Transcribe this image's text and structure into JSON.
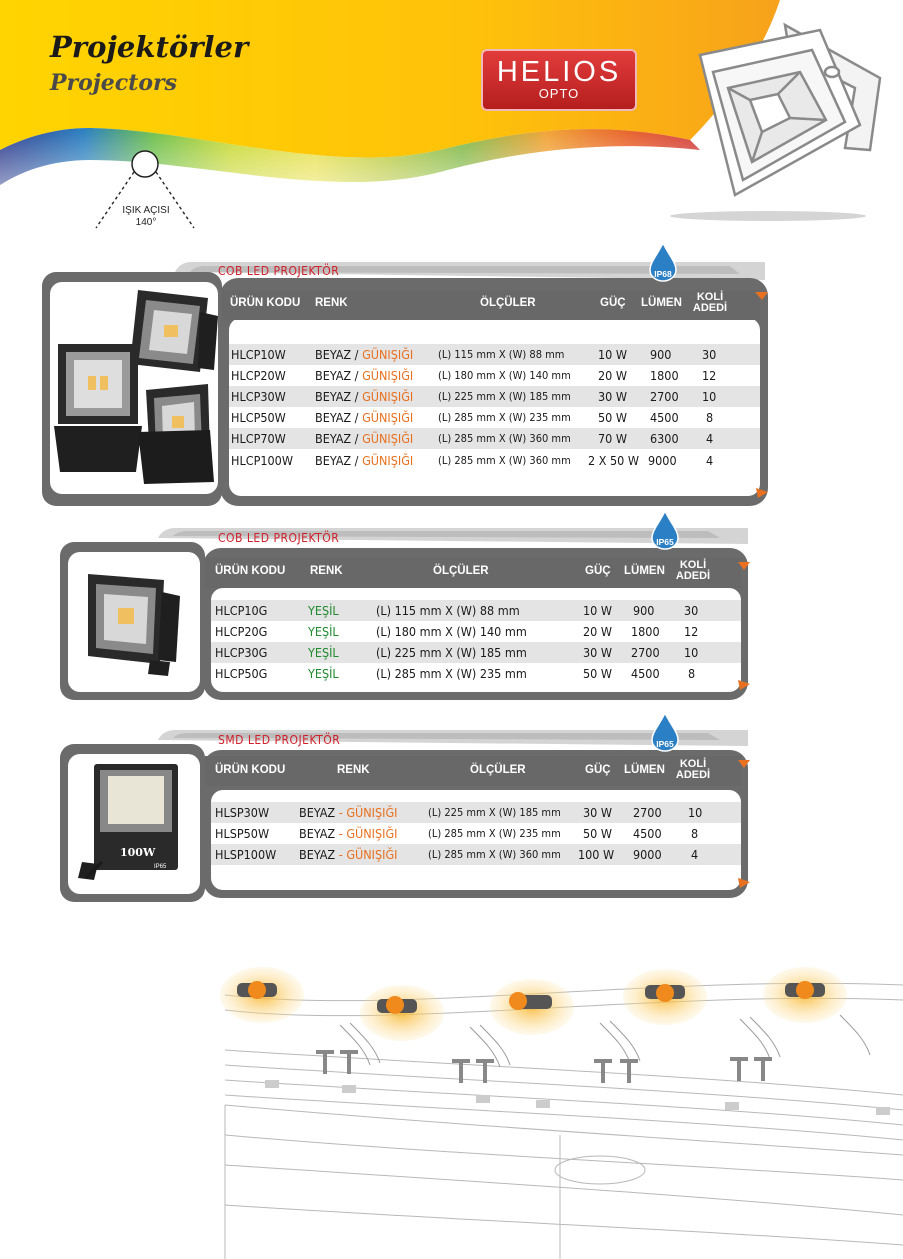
{
  "header": {
    "title_tr": "Projektörler",
    "title_en": "Projectors",
    "logo_brand": "HELIOS",
    "logo_sub": "OPTO",
    "beam_label_line1": "IŞIK AÇISI",
    "beam_label_line2": "140°"
  },
  "sections": [
    {
      "title": "COB LED PROJEKTÖR",
      "ip": "IP68",
      "headers": {
        "code": "ÜRÜN KODU",
        "color": "RENK",
        "dims": "ÖLÇÜLER",
        "power": "GÜÇ",
        "lumen": "LÜMEN",
        "koli1": "KOLİ",
        "koli2": "ADEDİ"
      },
      "rows": [
        {
          "code": "HLCP10W",
          "color_a": "BEYAZ /",
          "color_b": "GÜNIŞIĞI",
          "dims": "(L) 115 mm X (W) 88 mm",
          "power": "10 W",
          "lumen": "900",
          "qty": "30"
        },
        {
          "code": "HLCP20W",
          "color_a": "BEYAZ /",
          "color_b": "GÜNIŞIĞI",
          "dims": "(L) 180 mm X (W) 140 mm",
          "power": "20 W",
          "lumen": "1800",
          "qty": "12"
        },
        {
          "code": "HLCP30W",
          "color_a": "BEYAZ /",
          "color_b": "GÜNIŞIĞI",
          "dims": "(L) 225 mm X (W) 185 mm",
          "power": "30 W",
          "lumen": "2700",
          "qty": "10"
        },
        {
          "code": "HLCP50W",
          "color_a": "BEYAZ /",
          "color_b": "GÜNIŞIĞI",
          "dims": "(L) 285 mm X (W) 235 mm",
          "power": "50 W",
          "lumen": "4500",
          "qty": "8"
        },
        {
          "code": "HLCP70W",
          "color_a": "BEYAZ /",
          "color_b": "GÜNIŞIĞI",
          "dims": "(L) 285 mm X (W) 360 mm",
          "power": "70 W",
          "lumen": "6300",
          "qty": "4"
        },
        {
          "code": "HLCP100W",
          "color_a": "BEYAZ /",
          "color_b": "GÜNIŞIĞI",
          "dims": "(L) 285 mm X (W) 360 mm",
          "power": "2 X 50 W",
          "lumen": "9000",
          "qty": "4"
        }
      ]
    },
    {
      "title": "COB LED PROJEKTÖR",
      "ip": "IP65",
      "headers": {
        "code": "ÜRÜN KODU",
        "color": "RENK",
        "dims": "ÖLÇÜLER",
        "power": "GÜÇ",
        "lumen": "LÜMEN",
        "koli1": "KOLİ",
        "koli2": "ADEDİ"
      },
      "rows": [
        {
          "code": "HLCP10G",
          "color_a": "YEŞİL",
          "dims": "(L) 115 mm X (W) 88 mm",
          "power": "10 W",
          "lumen": "900",
          "qty": "30"
        },
        {
          "code": "HLCP20G",
          "color_a": "YEŞİL",
          "dims": "(L) 180 mm X (W) 140 mm",
          "power": "20 W",
          "lumen": "1800",
          "qty": "12"
        },
        {
          "code": "HLCP30G",
          "color_a": "YEŞİL",
          "dims": "(L) 225 mm X (W) 185 mm",
          "power": "30 W",
          "lumen": "2700",
          "qty": "10"
        },
        {
          "code": "HLCP50G",
          "color_a": "YEŞİL",
          "dims": "(L) 285 mm X (W) 235 mm",
          "power": "50 W",
          "lumen": "4500",
          "qty": "8"
        }
      ]
    },
    {
      "title": "SMD LED PROJEKTÖR",
      "ip": "IP65",
      "headers": {
        "code": "ÜRÜN KODU",
        "color": "RENK",
        "dims": "ÖLÇÜLER",
        "power": "GÜÇ",
        "lumen": "LÜMEN",
        "koli1": "KOLİ",
        "koli2": "ADEDİ"
      },
      "product_label": "100W",
      "product_ip": "IP65",
      "rows": [
        {
          "code": "HLSP30W",
          "color_a": "BEYAZ",
          "color_b": "- GÜNIŞIĞI",
          "dims": "(L) 225 mm X (W) 185 mm",
          "power": "30 W",
          "lumen": "2700",
          "qty": "10"
        },
        {
          "code": "HLSP50W",
          "color_a": "BEYAZ",
          "color_b": "- GÜNIŞIĞI",
          "dims": "(L) 285 mm X (W) 235 mm",
          "power": "50 W",
          "lumen": "4500",
          "qty": "8"
        },
        {
          "code": "HLSP100W",
          "color_a": "BEYAZ",
          "color_b": "- GÜNIŞIĞI",
          "dims": "(L) 285 mm X (W) 360 mm",
          "power": "100 W",
          "lumen": "9000",
          "qty": "4"
        }
      ]
    }
  ],
  "colors": {
    "title_red": "#d0202a",
    "accent_orange": "#e8701e",
    "green": "#1f8a2e",
    "frame_gray": "#6b6b6b",
    "header_bar": "#676767",
    "row_shade": "#e4e4e4",
    "logo_red": "#c8262a",
    "ip_blue": "#2b7fc4"
  }
}
